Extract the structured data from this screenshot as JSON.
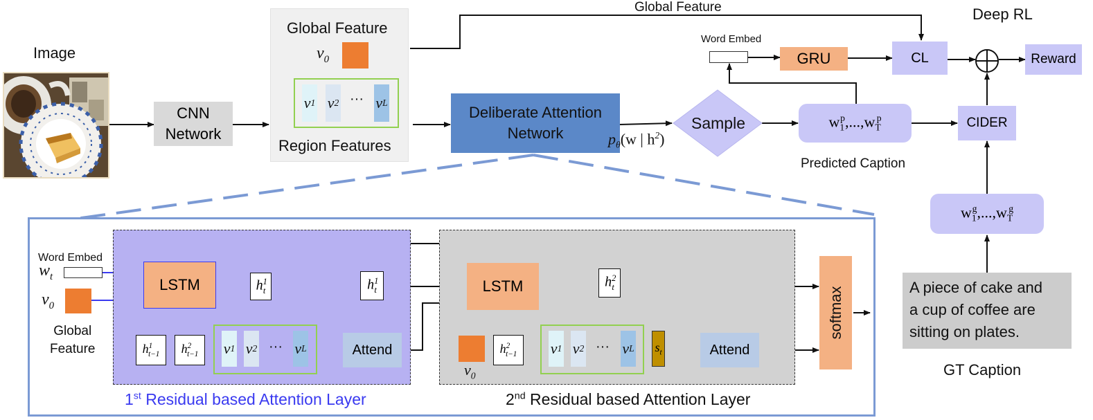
{
  "top": {
    "image_label": "Image",
    "cnn": [
      "CNN",
      "Network"
    ],
    "global_feature": "Global Feature",
    "global_feature_line": "Global Feature",
    "v0": "v",
    "v0_sub": "0",
    "region_v": [
      "v",
      "v",
      "v"
    ],
    "region_sub": [
      "1",
      "2",
      "L"
    ],
    "ellipsis": "···",
    "region_features": "Region Features",
    "deliberate": [
      "Deliberate Attention",
      "Network"
    ],
    "p_theta": "p",
    "p_theta_sub": "θ",
    "p_theta_rest": "(w | h",
    "p_theta_sup": "2",
    "p_theta_close": ")",
    "sample": "Sample",
    "word_embed": "Word Embed",
    "gru": "GRU",
    "cl": "CL",
    "deep_rl": "Deep RL",
    "reward": "Reward",
    "predicted_w": "w",
    "predicted_first_sub": "1",
    "predicted_sup": "p",
    "predicted_dots": ",...,",
    "predicted_last_sub": "T",
    "predicted_caption": "Predicted Caption",
    "cider": "CIDER",
    "gt_w": "w",
    "gt_first_sub": "1",
    "gt_sup": "g",
    "gt_dots": ",...,",
    "gt_last_sub": "T",
    "gt_text": [
      "A piece of cake and",
      "a cup of coffee are",
      "sitting on plates."
    ],
    "gt_caption": "GT Caption"
  },
  "bottom": {
    "word_embed": "Word Embed",
    "wt": "w",
    "wt_sub": "t",
    "v0": "v",
    "v0_sub": "0",
    "global_feature": [
      "Global",
      "Feature"
    ],
    "lstm1": "LSTM",
    "lstm2": "LSTM",
    "h": "h",
    "h_t_sub": "t",
    "h_tm1_sub": "t−1",
    "sup1": "1",
    "sup2": "2",
    "v": [
      "v",
      "v",
      "v"
    ],
    "v_sub": [
      "1",
      "2",
      "L"
    ],
    "ellipsis": "···",
    "attend1": "Attend",
    "attend2": "Attend",
    "s": "s",
    "s_sub": "t",
    "softmax": "softmax",
    "layer1_caption_num": "1",
    "layer1_caption_sup": "st",
    "layer1_caption_rest": " Residual based Attention Layer",
    "layer2_caption_num": "2",
    "layer2_caption_sup": "nd",
    "layer2_caption_rest": " Residual based Attention Layer"
  },
  "colors": {
    "blue_line": "#3a3af0",
    "orange": "#ed7d31",
    "lavender": "#c9c7f7",
    "attn_blue": "#5b88c8",
    "layer1_fill": "#b7b1f2",
    "layer2_fill": "#d2d2d2",
    "lstm_fill": "#f4b183",
    "attend_fill": "#b8cbe6",
    "softmax_fill": "#f4b183",
    "st_fill": "#bf8f00",
    "gt_fill": "#cccccc",
    "outline_blue": "#7b9ad4"
  }
}
